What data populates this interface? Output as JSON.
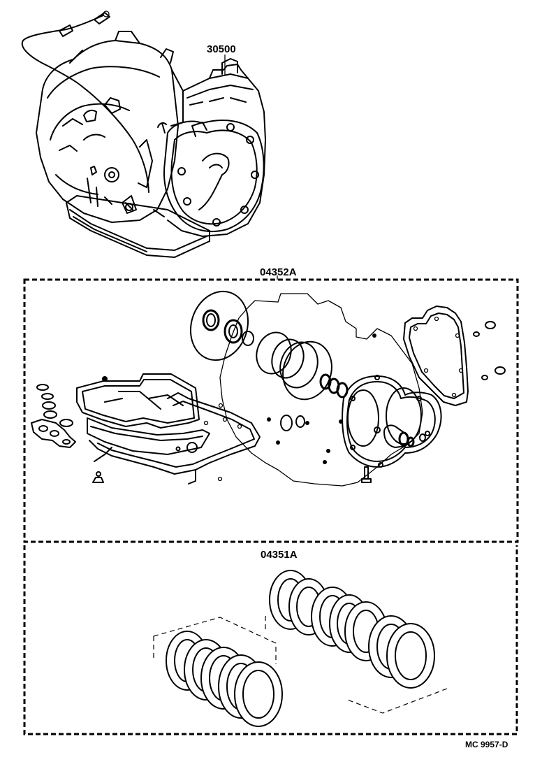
{
  "labels": {
    "transaxle_assy": "30500",
    "overhaul_gasket_kit": "04352A",
    "clutch_disc_kit": "04351A",
    "figure_code": "MC  9957-D"
  }
}
